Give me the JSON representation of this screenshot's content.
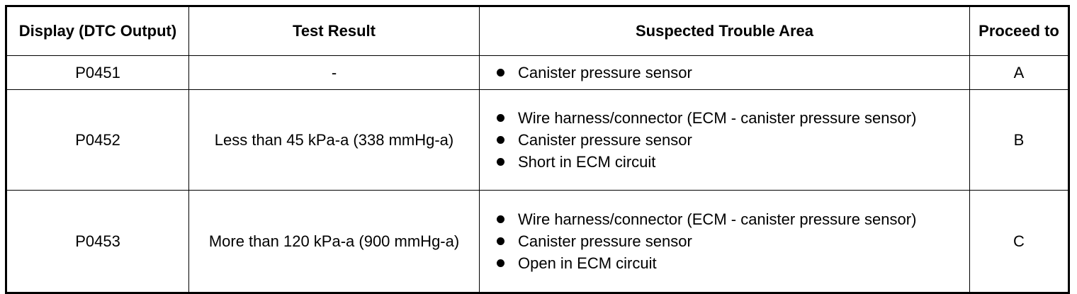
{
  "table": {
    "headers": {
      "display": "Display (DTC Output)",
      "test_result": "Test Result",
      "trouble_area": "Suspected Trouble Area",
      "proceed": "Proceed to"
    },
    "rows": [
      {
        "display": "P0451",
        "test_result": "-",
        "areas": [
          "Canister pressure sensor"
        ],
        "proceed": "A"
      },
      {
        "display": "P0452",
        "test_result": "Less than 45 kPa-a (338 mmHg-a)",
        "areas": [
          "Wire harness/connector (ECM - canister pressure sensor)",
          "Canister pressure sensor",
          "Short in ECM circuit"
        ],
        "proceed": "B"
      },
      {
        "display": "P0453",
        "test_result": "More than 120 kPa-a (900 mmHg-a)",
        "areas": [
          "Wire harness/connector (ECM - canister pressure sensor)",
          "Canister pressure sensor",
          "Open in ECM circuit"
        ],
        "proceed": "C"
      }
    ]
  }
}
